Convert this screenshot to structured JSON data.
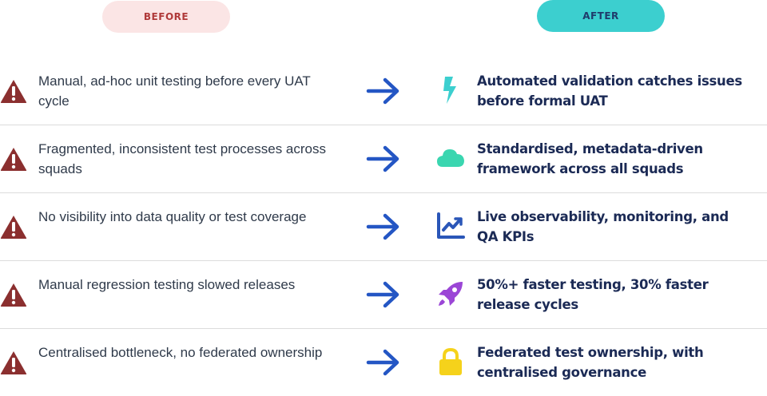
{
  "header": {
    "before_label": "BEFORE",
    "after_label": "AFTER"
  },
  "colors": {
    "before_pill_bg": "#fbe5e5",
    "before_pill_text": "#b03a3a",
    "after_pill_bg": "#3ccfcf",
    "after_pill_text": "#1f3b6b",
    "warning_icon": "#8b2f2f",
    "arrow": "#2456c4",
    "after_text": "#1b2a55"
  },
  "rows": [
    {
      "before": "Manual, ad-hoc unit testing before every UAT cycle",
      "after_icon": "lightning-icon",
      "after_icon_color": "#3ccfcf",
      "after": "Automated validation catches issues before formal UAT"
    },
    {
      "before": "Fragmented, inconsistent test processes across squads",
      "after_icon": "cloud-icon",
      "after_icon_color": "#3ad6b0",
      "after": "Standardised, metadata-driven framework across all squads"
    },
    {
      "before": "No visibility into data quality or test coverage",
      "after_icon": "chart-line-icon",
      "after_icon_color": "#2a56b8",
      "after": "Live observability, monitoring, and QA KPIs"
    },
    {
      "before": "Manual regression testing slowed releases",
      "after_icon": "rocket-icon",
      "after_icon_color": "#9b46d6",
      "after": "50%+ faster testing, 30% faster release cycles"
    },
    {
      "before": "Centralised bottleneck, no federated ownership",
      "after_icon": "lock-icon",
      "after_icon_color": "#f5d21b",
      "after": "Federated test ownership, with centralised governance"
    }
  ]
}
